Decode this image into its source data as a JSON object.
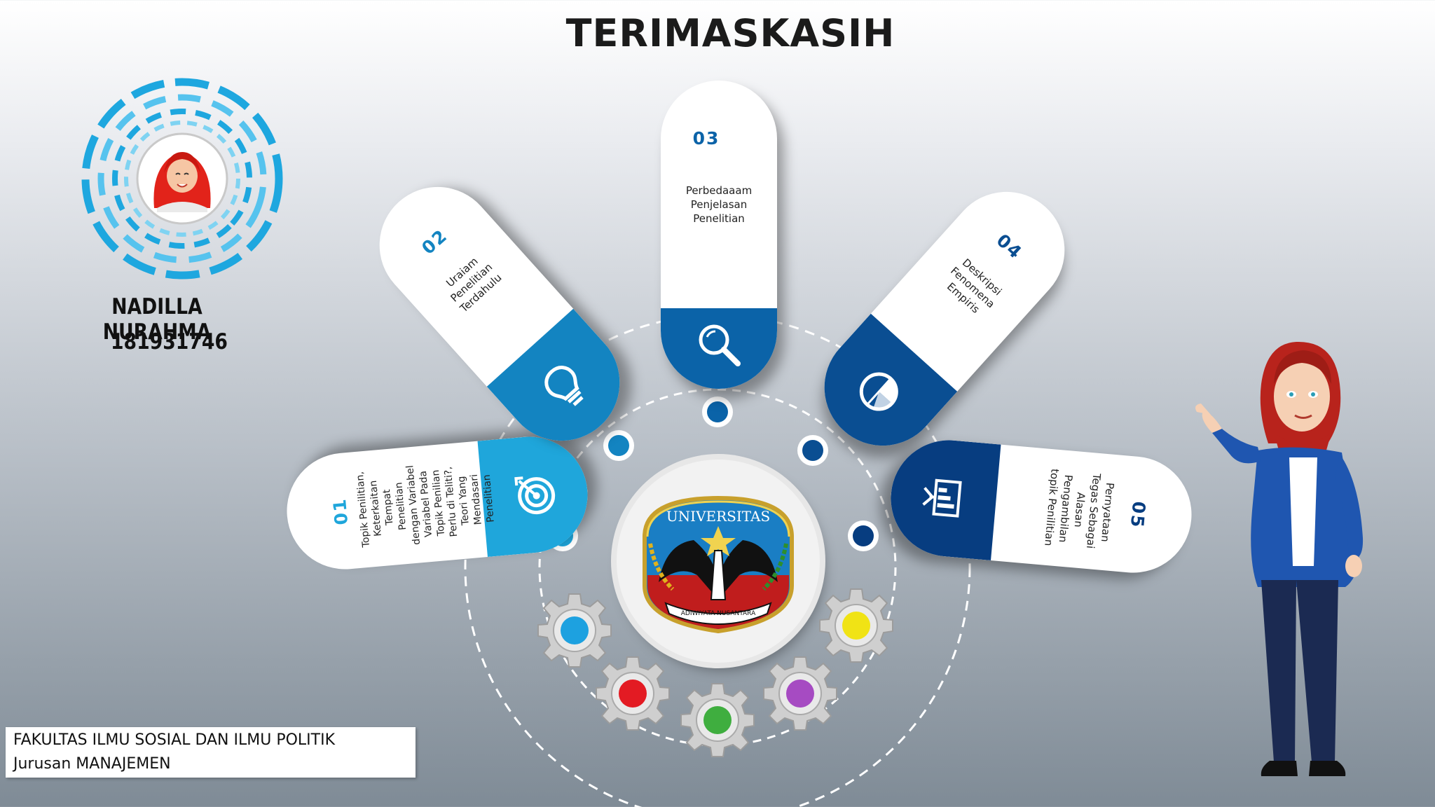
{
  "slide": {
    "title": "TERIMASKASIH"
  },
  "presenter": {
    "name": "NADILLA NURAHMA",
    "id": "181931746"
  },
  "items": [
    {
      "number": "01",
      "lines": [
        "Topik Penilitian,",
        "Keterkaitan",
        "Tempat",
        "Penelitian",
        "dengan Variabel",
        "Variabel Pada",
        "Topik Penilian",
        "Perlu di Teliti?,",
        "Teori Yang",
        "Mendasari",
        "Penelitian"
      ],
      "icon": "target-icon",
      "color": "#1fa6db"
    },
    {
      "number": "02",
      "lines": [
        "Uraiam",
        "Penelitian",
        "Terdahulu"
      ],
      "icon": "lightbulb-icon",
      "color": "#1384c1"
    },
    {
      "number": "03",
      "lines": [
        "Perbedaaam",
        "Penjelasan",
        "Penelitian"
      ],
      "icon": "magnifier-icon",
      "color": "#0b63a8"
    },
    {
      "number": "04",
      "lines": [
        "Deskripsi",
        "Fenomena",
        "Empiris"
      ],
      "icon": "pie-chart-icon",
      "color": "#0a4e92"
    },
    {
      "number": "05",
      "lines": [
        "Pernyataan",
        "Tegas Sebagai",
        "Alasan",
        "Pengambilan",
        "topik Penilitian"
      ],
      "icon": "presentation-board-icon",
      "color": "#073d80"
    }
  ],
  "gears": [
    {
      "name": "gear-blue",
      "color": "#1da1e0"
    },
    {
      "name": "gear-red",
      "color": "#e31b23"
    },
    {
      "name": "gear-green",
      "color": "#3fae3f"
    },
    {
      "name": "gear-purple",
      "color": "#a64bc2"
    },
    {
      "name": "gear-yellow",
      "color": "#f0e315"
    }
  ],
  "university_logo": {
    "arc_text": "UNIVERSITAS",
    "ribbon_text": "ADIWIYATA NUSANTARA"
  },
  "footer": {
    "faculty": "FAKULTAS ILMU SOSIAL DAN ILMU POLITIK",
    "department": "Jurusan MANAJEMEN"
  }
}
